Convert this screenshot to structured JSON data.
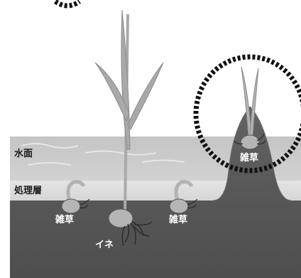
{
  "labels": {
    "water_surface": "水面",
    "treatment_layer": "処理層",
    "weed_left": "雑草",
    "weed_middle": "雑草",
    "weed_mound": "雑草",
    "rice": "イネ"
  },
  "colors": {
    "water": "#cfcfcf",
    "treatment": "#dcdcdc",
    "soil": "#5a5a5a",
    "plant": "#a8a8a8",
    "seed": "#b5b5b5",
    "roots": "#2a2a2a",
    "dotted_circle": "#111111"
  }
}
